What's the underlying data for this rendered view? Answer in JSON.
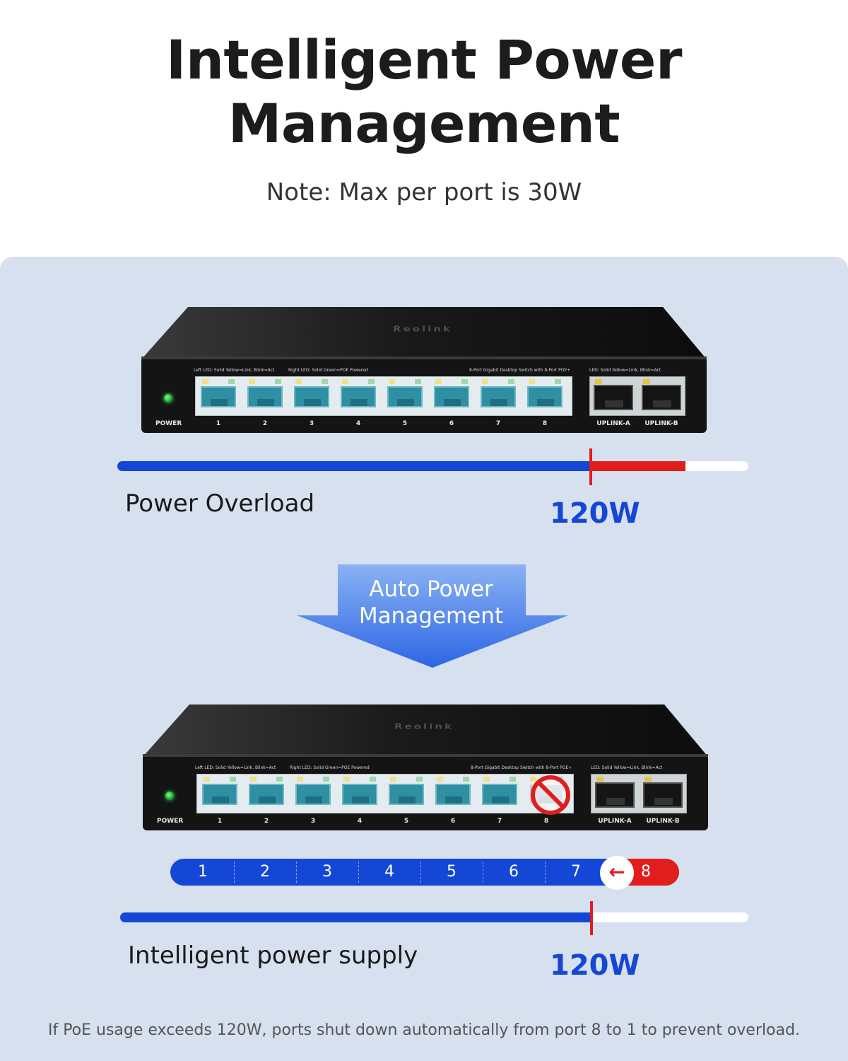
{
  "header": {
    "title_line1": "Intelligent Power",
    "title_line2": "Management",
    "subtitle": "Note: Max per port is 30W"
  },
  "switch": {
    "brand": "Reolink",
    "left_led_note": "Left LED: Solid Yellow=Link, Blink=Act",
    "right_led_note": "Right LED: Solid Green=POE Powered",
    "model_note": "8-Port Gigabit Desktop Switch with 8-Port POE+",
    "uplink_led_note": "LED: Solid Yellow=Link, Blink=Act",
    "power_label": "POWER",
    "ports": [
      "1",
      "2",
      "3",
      "4",
      "5",
      "6",
      "7",
      "8"
    ],
    "uplinks": [
      "UPLINK-A",
      "UPLINK-B"
    ]
  },
  "overload": {
    "label": "Power Overload",
    "watt_label": "120W",
    "threshold_fraction": 0.75,
    "usage_fraction": 0.9
  },
  "arrow": {
    "line1": "Auto Power",
    "line2": "Management"
  },
  "strip": {
    "ports": [
      "1",
      "2",
      "3",
      "4",
      "5",
      "6",
      "7"
    ],
    "shutdown_port": "8",
    "arrow_glyph": "←"
  },
  "intelligent": {
    "label": "Intelligent power supply",
    "watt_label": "120W",
    "usage_fraction": 0.75
  },
  "footnote": "If PoE usage exceeds 120W, ports shut down automatically from port 8 to 1 to prevent overload.",
  "colors": {
    "blue": "#1447d6",
    "red": "#e11d1d",
    "panel": "#d6e0ee"
  }
}
